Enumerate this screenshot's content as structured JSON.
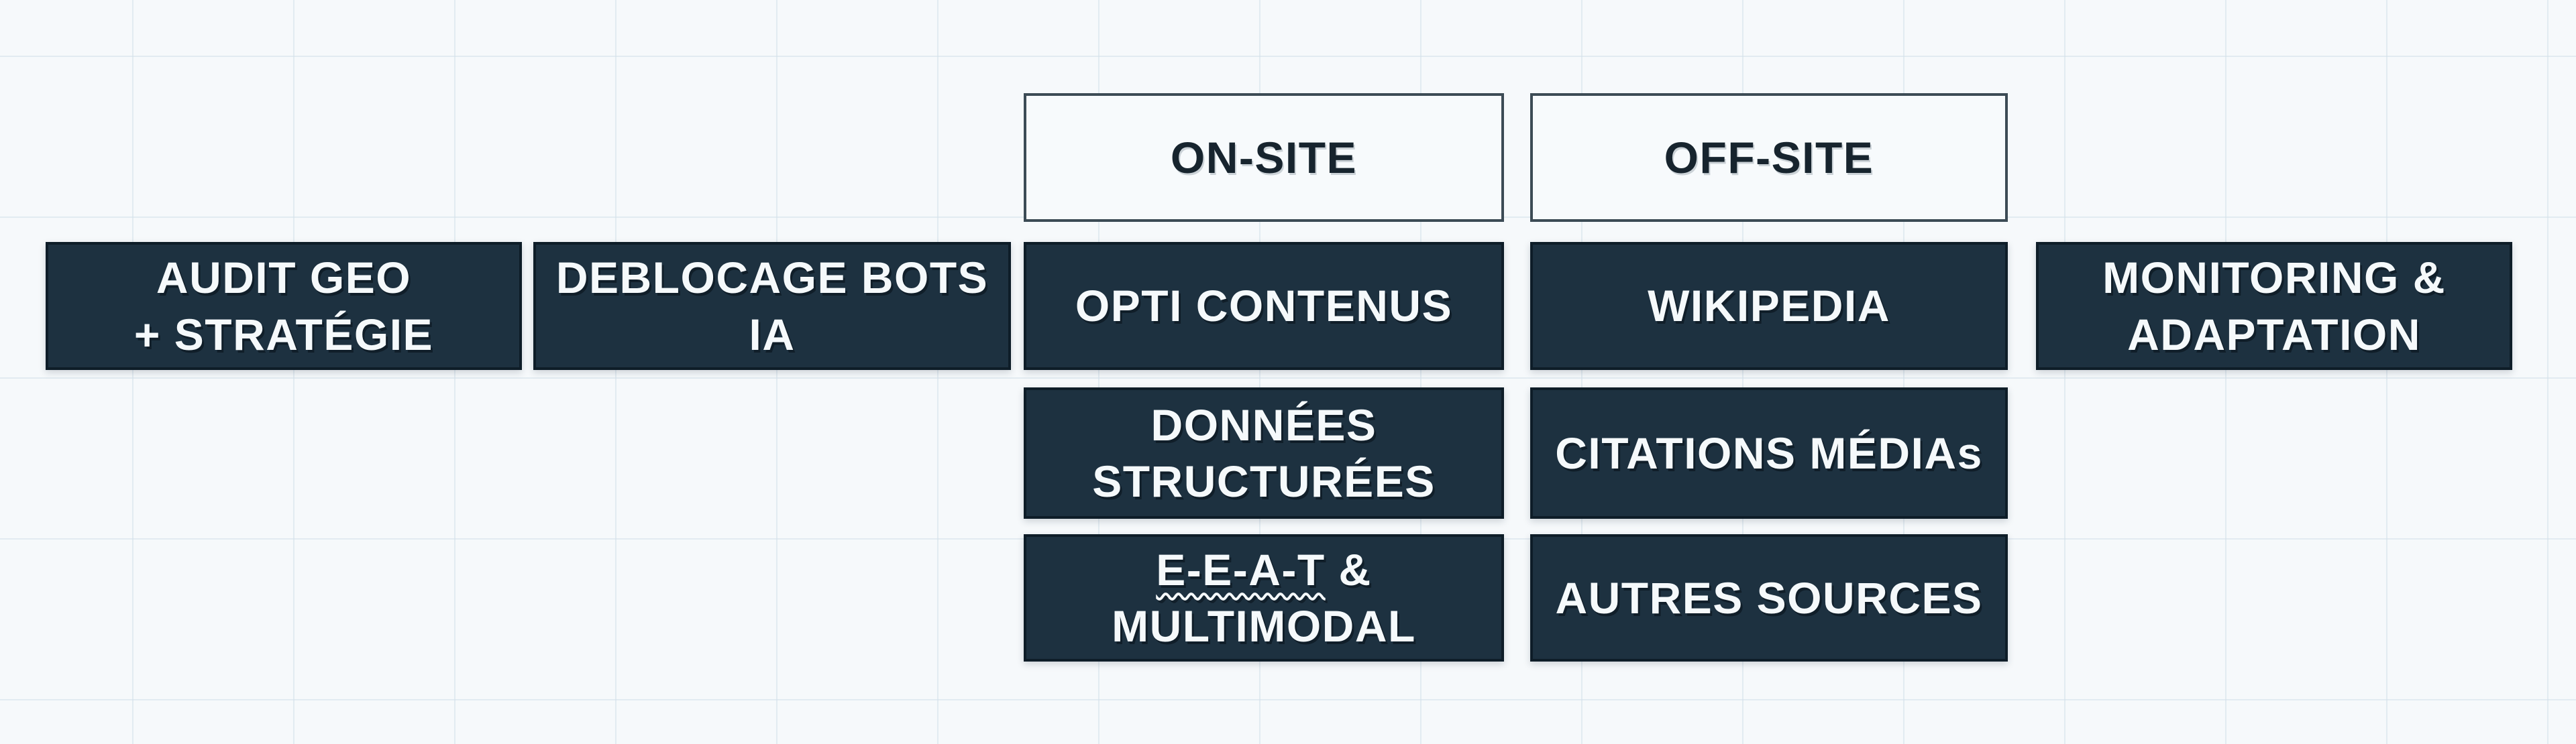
{
  "palette": {
    "page_background": "#f6f9fb",
    "grid_line": "#dce6ed",
    "dark_box_fill": "#1d3140",
    "dark_box_border": "#0e1d28",
    "dark_box_text": "#f5f9fb",
    "light_box_fill": "#f7fafc",
    "light_box_border": "#3c4b55",
    "light_box_text": "#17242e"
  },
  "flow": {
    "stage_audit": {
      "label": "AUDIT GEO\n+ STRATÉGIE"
    },
    "stage_deblocage": {
      "label": "DEBLOCAGE BOTS\nIA"
    },
    "onsite": {
      "header": "ON-SITE",
      "boxes": [
        {
          "label": "OPTI CONTENUS"
        },
        {
          "label": "DONNÉES\nSTRUCTURÉES"
        },
        {
          "label_wavy_part": "E-E-A-T",
          "label_rest": " &\nMULTIMODAL"
        }
      ]
    },
    "offsite": {
      "header": "OFF-SITE",
      "boxes": [
        {
          "label": "WIKIPEDIA"
        },
        {
          "label": "CITATIONS MÉDIAs"
        },
        {
          "label": "AUTRES SOURCES"
        }
      ]
    },
    "stage_monitoring": {
      "label": "MONITORING &\nADAPTATION"
    }
  }
}
